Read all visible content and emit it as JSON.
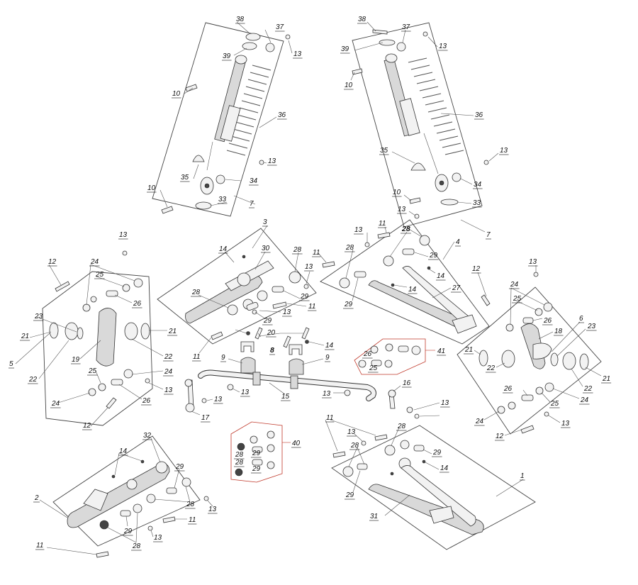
{
  "figure": {
    "labels": {
      "A38": "38",
      "A37": "37",
      "A13": "13",
      "A39": "39",
      "A10": "10",
      "A36": "36",
      "A13b": "13",
      "A35": "35",
      "A34": "34",
      "A10b": "10",
      "A33": "33",
      "A7": "7",
      "B38": "38",
      "B37": "37",
      "B13": "13",
      "B39": "39",
      "B10": "10",
      "B36": "36",
      "B35": "35",
      "B13b": "13",
      "B34": "34",
      "B10b": "10",
      "B33": "33",
      "B13c": "13",
      "B7": "7",
      "C13": "13",
      "C12": "12",
      "C24": "24",
      "C25": "25",
      "C26": "26",
      "C23": "23",
      "C21a": "21",
      "C21b": "21",
      "C19": "19",
      "C22a": "22",
      "C22b": "22",
      "C5": "5",
      "C25b": "25",
      "C24b": "24",
      "C24c": "24",
      "C26b": "26",
      "C13b": "13",
      "C12b": "12",
      "D3": "3",
      "D14": "14",
      "D30": "30",
      "D28a": "28",
      "D28b": "28",
      "D13": "13",
      "D29a": "29",
      "D11a": "11",
      "D13b": "13",
      "D29b": "29",
      "D11b": "11",
      "E11": "11",
      "E13": "13",
      "E28a": "28",
      "E28b": "28",
      "E29a": "29",
      "E4": "4",
      "E14a": "14",
      "E14b": "14",
      "E27": "27",
      "E29b": "29",
      "F12": "12",
      "F13": "13",
      "F24": "24",
      "F25": "25",
      "F26": "26",
      "F6": "6",
      "F18": "18",
      "F23": "23",
      "F21a": "21",
      "F21b": "21",
      "F22a": "22",
      "F22b": "22",
      "F26b": "26",
      "F25b": "25",
      "F24b": "24",
      "F24c": "24",
      "F13b": "13",
      "F12b": "12",
      "G20": "20",
      "G14": "14",
      "G8": "8",
      "G9a": "9",
      "G9b": "9",
      "G13a": "13",
      "G15": "15",
      "G13b": "13",
      "G13c": "13",
      "G16": "16",
      "G17": "17",
      "G13d": "13",
      "H26": "26",
      "H25": "25",
      "H41": "41",
      "I40": "40",
      "I29a": "29",
      "I28a": "28",
      "I28b": "28",
      "I29b": "29",
      "J32": "32",
      "J14": "14",
      "J29a": "29",
      "J2": "2",
      "J28a": "28",
      "J13": "13",
      "J11a": "11",
      "J29b": "29",
      "J28b": "28",
      "J13b": "13",
      "J11b": "11",
      "K11": "11",
      "K13": "13",
      "K28a": "28",
      "K28b": "28",
      "K29a": "29",
      "K14": "14",
      "K29b": "29",
      "K1": "1",
      "K31": "31"
    }
  }
}
